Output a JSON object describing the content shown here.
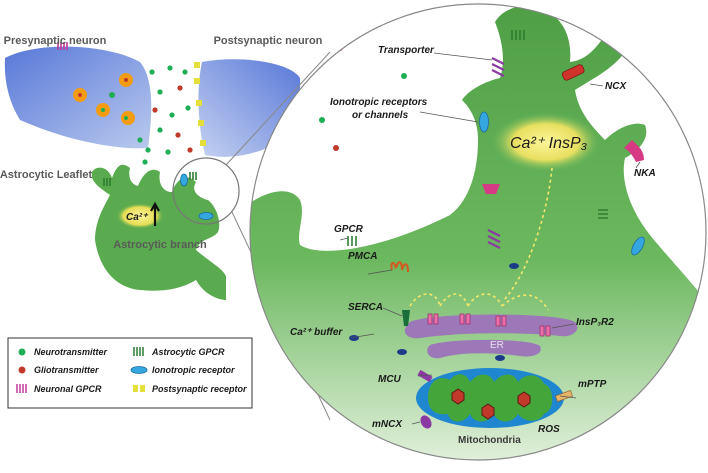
{
  "left_panel": {
    "presynaptic": "Presynaptic neuron",
    "postsynaptic": "Postsynaptic neuron",
    "leaflet": "Astrocytic Leaflet",
    "branch": "Astrocytic branch",
    "ca_label": "Ca²⁺"
  },
  "zoom_panel": {
    "transporter": "Transporter",
    "ncx": "NCX",
    "ionotropic_line1": "Ionotropic receptors",
    "ionotropic_line2": "or channels",
    "center_label": "Ca²⁺ InsP₃",
    "nka": "NKA",
    "gpcr": "GPCR",
    "pmca": "PMCA",
    "serca": "SERCA",
    "ca_buffer": "Ca²⁺ buffer",
    "er": "ER",
    "insp3r2": "InsP₃R2",
    "mcu": "MCU",
    "mptp": "mPTP",
    "mncx": "mNCX",
    "mitochondria": "Mitochondria",
    "ros": "ROS"
  },
  "legend": {
    "neurotransmitter": "Neurotransmitter",
    "gliotransmitter": "Gliotransmitter",
    "neuronal_gpcr": "Neuronal GPCR",
    "astrocytic_gpcr": "Astrocytic GPCR",
    "ionotropic_receptor": "Ionotropic receptor",
    "postsynaptic_receptor": "Postsynaptic receptor"
  },
  "colors": {
    "neuron": "#5b7fd6",
    "astrocyte": "#5aab4f",
    "astrocyte_light": "#d7ead0",
    "er": "#9d78b8",
    "mito_outer": "#1f87d0",
    "mito_inner": "#44a63a",
    "ros": "#c0392b",
    "neurotransmitter": "#1fae55",
    "gliotransmitter": "#c0392b",
    "ca_glow": "#f3e86a"
  }
}
